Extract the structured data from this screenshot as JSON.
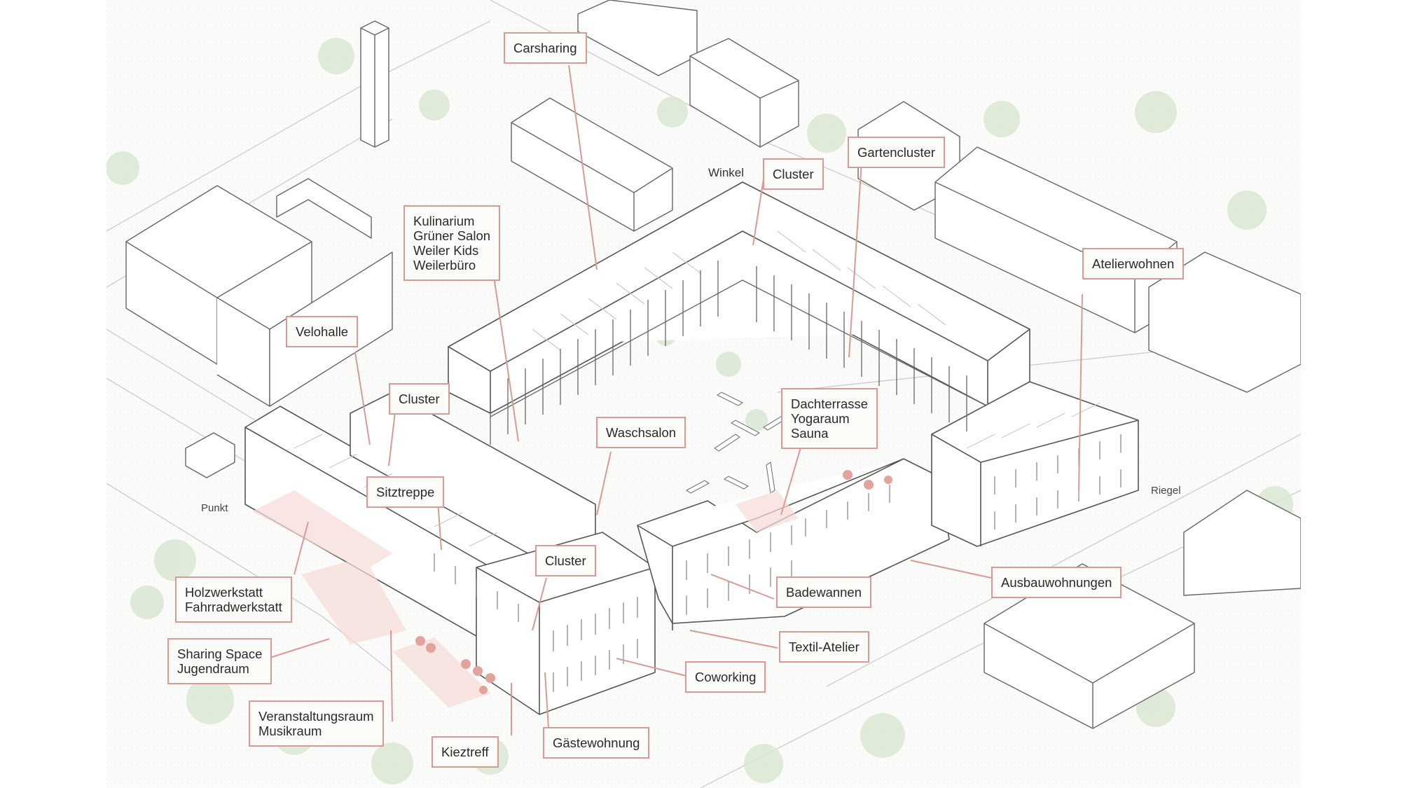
{
  "canvas_color": "#fbfbf9",
  "callout_border_color": "#d99a97",
  "leader_color": "#d99a97",
  "building_stroke_color": "#555555",
  "tree_color": "#d9e6d4",
  "labels": {
    "carsharing": "Carsharing",
    "winkel": "Winkel",
    "cluster_north": "Cluster",
    "gartencluster": "Gartencluster",
    "kulinarium": "Kulinarium\nGrüner Salon\nWeiler Kids\nWeilerbüro",
    "atelierwohnen": "Atelierwohnen",
    "velohalle": "Velohalle",
    "cluster_west": "Cluster",
    "waschsalon": "Waschsalon",
    "dachterrasse": "Dachterrasse\nYogaraum\nSauna",
    "sitztreppe": "Sitztreppe",
    "punkt": "Punkt",
    "riegel": "Riegel",
    "cluster_south": "Cluster",
    "badewannen": "Badewannen",
    "ausbauwohnungen": "Ausbauwohnungen",
    "holzwerkstatt": "Holzwerkstatt\nFahrradwerkstatt",
    "textil_atelier": "Textil-Atelier",
    "sharing_space": "Sharing Space\nJugendraum",
    "coworking": "Coworking",
    "veranstaltungsraum": "Veranstaltungsraum\nMusikraum",
    "kieztreff": "Kieztreff",
    "gaestewohnung": "Gästewohnung"
  }
}
